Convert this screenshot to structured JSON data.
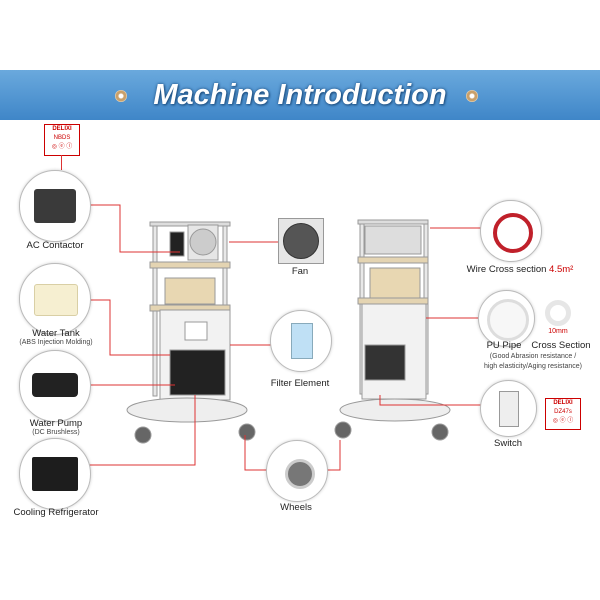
{
  "banner": {
    "title": "Machine Introduction"
  },
  "labels": {
    "ac_contactor": "AC Contactor",
    "fan": "Fan",
    "water_tank": "Water Tank",
    "water_tank_sub": "(ABS Injection Molding)",
    "filter_element": "Filter Element",
    "water_pump": "Water Pump",
    "water_pump_sub": "(DC Brushless)",
    "cooling_refrigerator": "Cooling Refrigerator",
    "wheels": "Wheels",
    "wire_cross_section": "Wire Cross section",
    "wire_cross_value": "4.5m²",
    "pu_pipe": "PU Pipe",
    "cross_section": "Cross Section",
    "pipe_size": "10mm",
    "pu_pipe_note1": "(Good Abrasion resistance /",
    "pu_pipe_note2": "high elasticity/Aging resistance)",
    "switch": "Switch"
  },
  "badges": {
    "brand": "DELIXI",
    "top_model": "NBDS",
    "switch_model": "DZ47s"
  },
  "colors": {
    "banner": "#4a90d2",
    "accent_line": "#dd3333"
  }
}
